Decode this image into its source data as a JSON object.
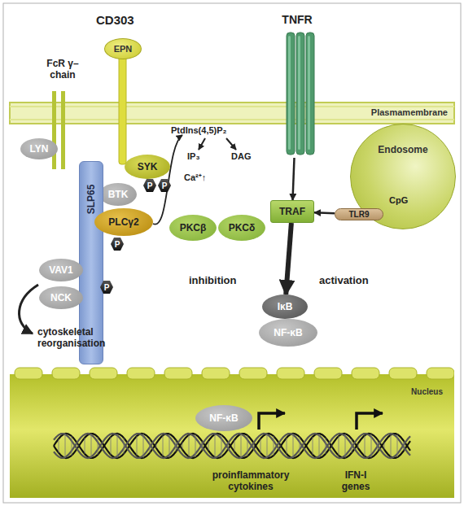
{
  "diagram": {
    "nodes": [
      {
        "text": [
          "EPN"
        ]
      },
      {
        "text": [
          "TNFR"
        ]
      },
      {
        "text": [
          "Plasmamembrane"
        ]
      },
      {
        "text": [
          "LYN"
        ]
      },
      {
        "text": [
          "SYK"
        ]
      },
      {
        "text": [
          "P"
        ]
      },
      {
        "text": [
          "P"
        ]
      },
      {
        "text": [
          "BTK"
        ]
      },
      {
        "text": [
          "SLP65"
        ]
      },
      {
        "text": [
          "PLCγ2"
        ]
      },
      {
        "text": [
          "P"
        ]
      },
      {
        "text": [
          "TRAF"
        ]
      },
      {
        "text": [
          "Endosome"
        ]
      },
      {
        "text": [
          "TLR9"
        ],
        "in": 12
      },
      {
        "text": [
          "VAV1"
        ]
      },
      {
        "text": [
          "PKCβ"
        ]
      },
      {
        "text": [
          "PKCδ"
        ]
      },
      {
        "text": [
          "P"
        ],
        "in": 8
      },
      {
        "text": [
          "NCK"
        ]
      },
      {
        "text": [
          "IκB"
        ]
      },
      {
        "text": [
          "NF-κB"
        ]
      },
      {
        "text": [
          "Nucleus"
        ]
      },
      {
        "text": [
          "NF-κB"
        ],
        "in": 21
      }
    ],
    "edges": [
      {
        "from": 1,
        "to": 11,
        "arrow": "to"
      },
      {
        "from": 13,
        "to": 11,
        "arrow": "to"
      },
      {
        "from": 11,
        "to": 19,
        "arrow": "to"
      }
    ],
    "labels": [
      "CD303",
      "FcR γ–chain",
      "PtdIns(4,5)P₂",
      "IP₃",
      "DAG",
      "Ca²⁺↑",
      "CpG",
      "inhibition",
      "activation",
      "cytoskeletal reorganisation",
      "proinflammatory cytokines",
      "IFN-I genes"
    ]
  }
}
